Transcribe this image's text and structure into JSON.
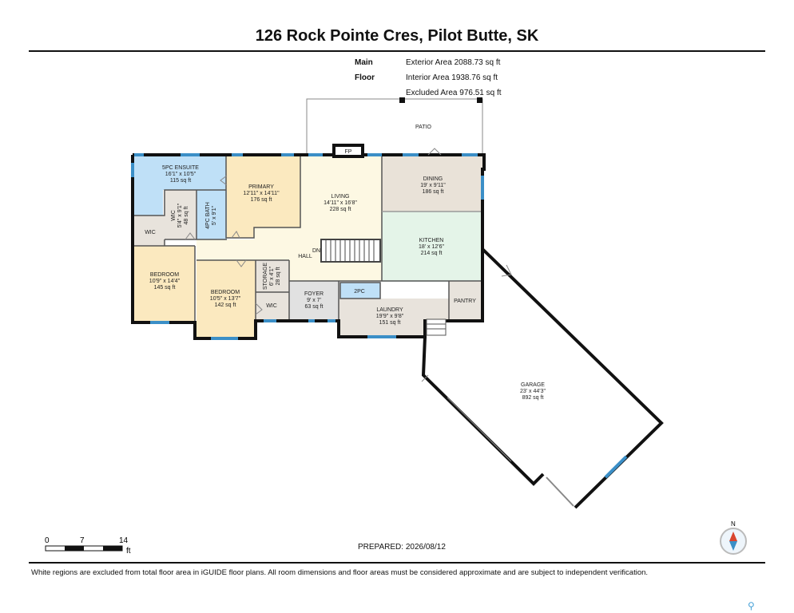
{
  "title": "126 Rock Pointe Cres, Pilot Butte, SK",
  "floor_label": "Main Floor",
  "areas": {
    "exterior": "Exterior Area 2088.73 sq ft",
    "interior": "Interior Area 1938.76 sq ft",
    "excluded": "Excluded Area 976.51 sq ft"
  },
  "rooms": {
    "ensuite": {
      "name": "5PC ENSUITE",
      "dims": "16'1\" x 10'5\"",
      "area": "115 sq ft"
    },
    "primary": {
      "name": "PRIMARY",
      "dims": "12'11\" x 14'11\"",
      "area": "176 sq ft"
    },
    "living": {
      "name": "LIVING",
      "dims": "14'11\" x 16'8\"",
      "area": "228 sq ft"
    },
    "dining": {
      "name": "DINING",
      "dims": "19' x 9'11\"",
      "area": "186 sq ft"
    },
    "kitchen": {
      "name": "KITCHEN",
      "dims": "18' x 12'6\"",
      "area": "214 sq ft"
    },
    "wic_a": {
      "name": "WIC",
      "dims": "5'4\" x 9'1\"",
      "area": "48 sq ft"
    },
    "bath4": {
      "name": "4PC BATH",
      "dims": "5' x 9'1\""
    },
    "wic_b": {
      "name": "WIC"
    },
    "bedroom1": {
      "name": "BEDROOM",
      "dims": "10'9\" x 14'4\"",
      "area": "145 sq ft"
    },
    "bedroom2": {
      "name": "BEDROOM",
      "dims": "10'5\" x 13'7\"",
      "area": "142 sq ft"
    },
    "storage": {
      "name": "STORAGE",
      "dims": "6' x 4'1\"",
      "area": "28 sq ft"
    },
    "wic_c": {
      "name": "WIC"
    },
    "foyer": {
      "name": "FOYER",
      "dims": "9' x 7'",
      "area": "63 sq ft"
    },
    "pc2": {
      "name": "2PC"
    },
    "laundry": {
      "name": "LAUNDRY",
      "dims": "19'9\" x 9'8\"",
      "area": "151 sq ft"
    },
    "pantry": {
      "name": "PANTRY"
    },
    "garage": {
      "name": "GARAGE",
      "dims": "23' x 44'3\"",
      "area": "892 sq ft"
    },
    "patio": {
      "name": "PATIO"
    },
    "hall": {
      "name": "HALL"
    },
    "dn": {
      "name": "DN"
    },
    "fp": {
      "name": "FP"
    }
  },
  "scale": {
    "t0": "0",
    "t1": "7",
    "t2": "14",
    "unit": "ft"
  },
  "compass_n": "N",
  "prepared": "PREPARED: 2026/08/12",
  "disclaimer": "White regions are excluded from total floor area in iGUIDE floor plans. All room dimensions and floor areas must be considered approximate and are subject to independent verification.",
  "colors": {
    "bath": "#bfe0f7",
    "bedroom": "#fbe9bf",
    "living": "#fdf8e3",
    "dining": "#e9e2d8",
    "kitchen": "#e4f4e8",
    "utility": "#e8e3dc",
    "foyer": "#e1e1e1",
    "window": "#3b8fc7"
  }
}
